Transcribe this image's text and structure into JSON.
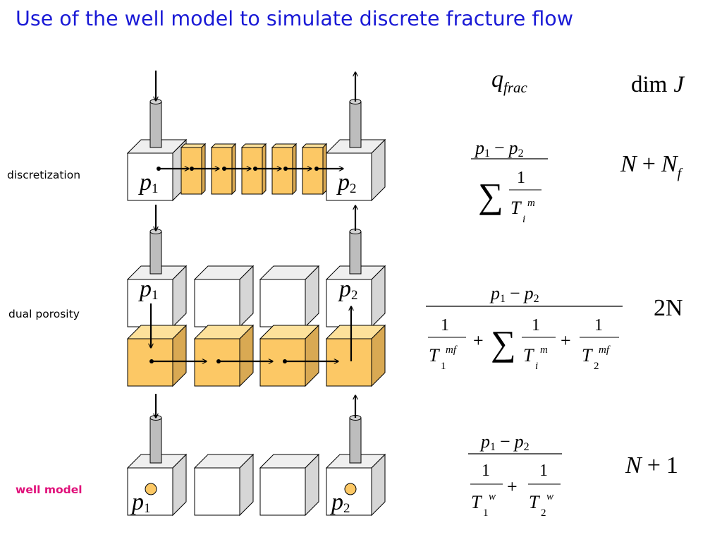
{
  "title": "Use of the well model to simulate discrete fracture flow",
  "columns": {
    "q": "q",
    "q_sub": "frac",
    "dim_pre": "dim",
    "dim_var": "J"
  },
  "rows": [
    {
      "label": "discretization",
      "left_var": "p",
      "left_sub": "1",
      "right_var": "p",
      "right_sub": "2",
      "formula": {
        "num_p1": "p",
        "num_s1": "1",
        "num_minus": "−",
        "num_p2": "p",
        "num_s2": "2",
        "sum": "∑",
        "one": "1",
        "T": "T",
        "sub_i": "i",
        "sup_m": "m"
      },
      "dim": {
        "N": "N",
        "plus": "+",
        "N2": "N",
        "sub_f": "f"
      }
    },
    {
      "label": "dual porosity",
      "left_var": "p",
      "left_sub": "1",
      "right_var": "p",
      "right_sub": "2",
      "formula": {
        "num_p1": "p",
        "num_s1": "1",
        "num_minus": "−",
        "num_p2": "p",
        "num_s2": "2",
        "t1_one": "1",
        "t1_T": "T",
        "t1_sub": "1",
        "t1_sup": "mf",
        "plus1": "+",
        "sum": "∑",
        "t2_one": "1",
        "t2_T": "T",
        "t2_sub": "i",
        "t2_sup": "m",
        "plus2": "+",
        "t3_one": "1",
        "t3_T": "T",
        "t3_sub": "2",
        "t3_sup": "mf"
      },
      "dim": {
        "text": "2N"
      }
    },
    {
      "label": "well model",
      "left_var": "p",
      "left_sub": "1",
      "right_var": "p",
      "right_sub": "2",
      "formula": {
        "num_p1": "p",
        "num_s1": "1",
        "num_minus": "−",
        "num_p2": "p",
        "num_s2": "2",
        "t1_one": "1",
        "t1_T": "T",
        "t1_sub": "1",
        "t1_sup": "w",
        "plus": "+",
        "t2_one": "1",
        "t2_T": "T",
        "t2_sub": "2",
        "t2_sup": "w"
      },
      "dim": {
        "N": "N",
        "plus": "+",
        "one": "1"
      }
    }
  ],
  "colors": {
    "title": "#1a1ad6",
    "well_model_label": "#e0107a",
    "orange_front": "#fcc865",
    "orange_top": "#fde19b",
    "orange_side": "#d9a953",
    "cube_white": "#ffffff",
    "cube_side": "#d6d6d6",
    "cube_top": "#efefef",
    "pipe": "#bdbdbd"
  }
}
